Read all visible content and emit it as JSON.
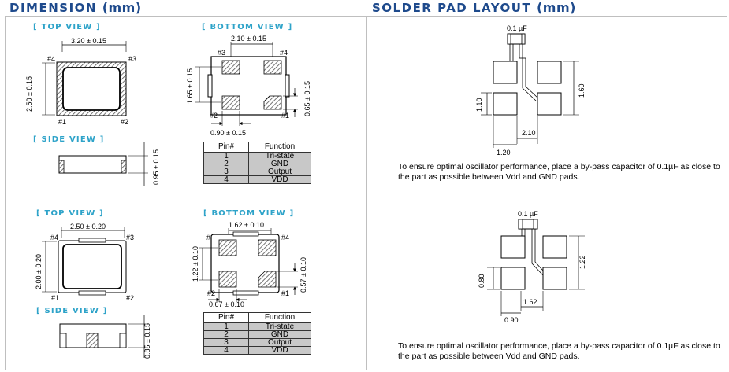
{
  "headers": {
    "left": "DIMENSION",
    "left_unit": "(mm)",
    "right": "SOLDER PAD LAYOUT",
    "right_unit": "(mm)"
  },
  "section1": {
    "top_view_label": "[ TOP VIEW ]",
    "bottom_view_label": "[ BOTTOM VIEW ]",
    "side_view_label": "[ SIDE VIEW ]",
    "top_width": "3.20 ± 0.15",
    "top_height": "2.50 ± 0.15",
    "bottom_pad_spacing": "2.10 ± 0.15",
    "bottom_pad_vertical": "1.65 ± 0.15",
    "bottom_pad_height": "0.65 ± 0.15",
    "bottom_pad_width": "0.90 ± 0.15",
    "side_height": "0.95 ± 0.15",
    "pad_cap": "0.1 µF",
    "pad_h1": "1.10",
    "pad_h2": "1.60",
    "pad_spacing": "2.10",
    "pad_total": "1.20"
  },
  "section2": {
    "top_view_label": "[ TOP VIEW ]",
    "bottom_view_label": "[ BOTTOM VIEW ]",
    "side_view_label": "[ SIDE VIEW ]",
    "top_width": "2.50 ± 0.20",
    "top_height": "2.00 ± 0.20",
    "bottom_pad_spacing": "1.62 ± 0.10",
    "bottom_pad_vertical": "1.22 ± 0.10",
    "bottom_pad_height": "0.57 ± 0.10",
    "bottom_pad_width": "0.67 ± 0.10",
    "side_height": "0.85 ± 0.15",
    "pad_cap": "0.1 µF",
    "pad_h1": "0.80",
    "pad_h2": "1.22",
    "pad_spacing": "1.62",
    "pad_total": "0.90"
  },
  "pins": {
    "p1": "#1",
    "p2": "#2",
    "p3": "#3",
    "p4": "#4"
  },
  "pin_table": {
    "header_pin": "Pin#",
    "header_function": "Function",
    "rows": [
      {
        "pin": "1",
        "function": "Tri-state"
      },
      {
        "pin": "2",
        "function": "GND"
      },
      {
        "pin": "3",
        "function": "Output"
      },
      {
        "pin": "4",
        "function": "VDD"
      }
    ]
  },
  "note": "To ensure optimal oscillator performance, place a by-pass capacitor of 0.1µF as close to the part as possible between Vdd and GND pads."
}
